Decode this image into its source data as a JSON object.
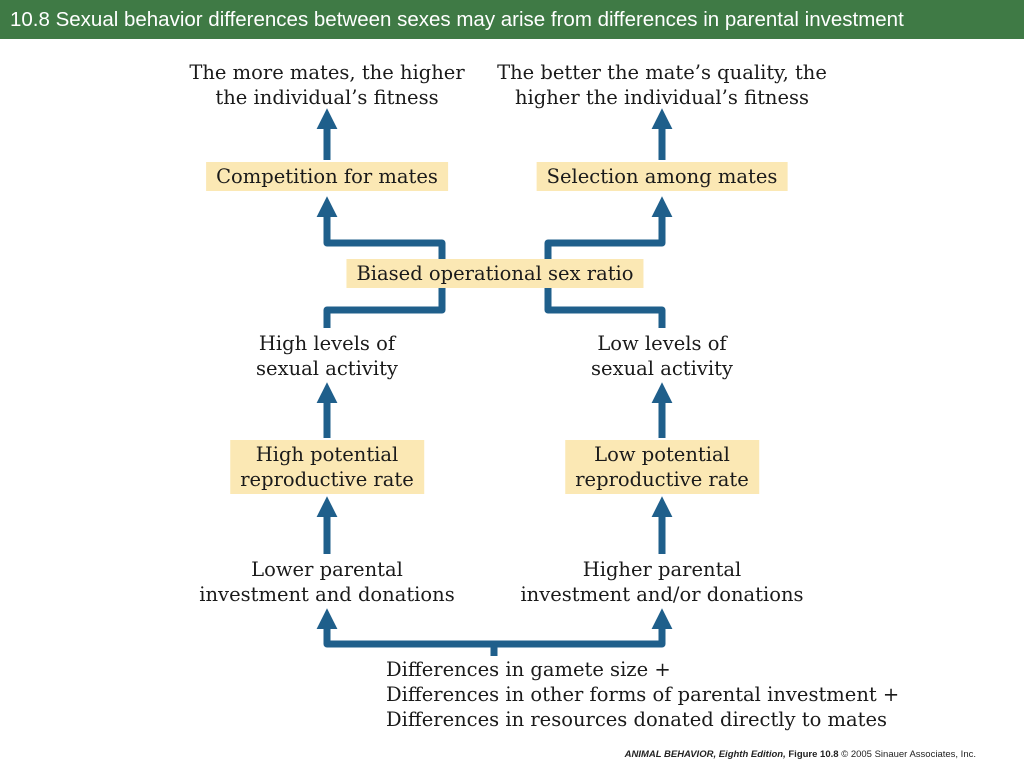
{
  "slide_title": "10.8  Sexual behavior differences between sexes may arise from differences in parental investment",
  "colors": {
    "title_bar": "#3f7a45",
    "arrow": "#1f5f8b",
    "box_fill": "#fbe8b4"
  },
  "nodes": {
    "top_left": [
      "The more mates, the higher",
      "the individual’s fitness"
    ],
    "top_right": [
      "The better the mate’s quality, the",
      "higher the individual’s fitness"
    ],
    "competition": "Competition for mates",
    "selection": "Selection among mates",
    "biased_ratio": "Biased operational sex ratio",
    "high_activity": [
      "High levels of",
      "sexual activity"
    ],
    "low_activity": [
      "Low levels of",
      "sexual activity"
    ],
    "high_rate": [
      "High potential",
      "reproductive rate"
    ],
    "low_rate": [
      "Low potential",
      "reproductive rate"
    ],
    "lower_investment": [
      "Lower parental",
      "investment and donations"
    ],
    "higher_investment": [
      "Higher parental",
      "investment and/or donations"
    ],
    "differences": [
      "Differences in gamete size +",
      "Differences in other forms of parental investment +",
      "Differences in resources donated directly to mates"
    ]
  },
  "credit": {
    "book": "ANIMAL BEHAVIOR, Eighth Edition,",
    "figure": "Figure 10.8",
    "copyright": "© 2005 Sinauer Associates, Inc."
  }
}
